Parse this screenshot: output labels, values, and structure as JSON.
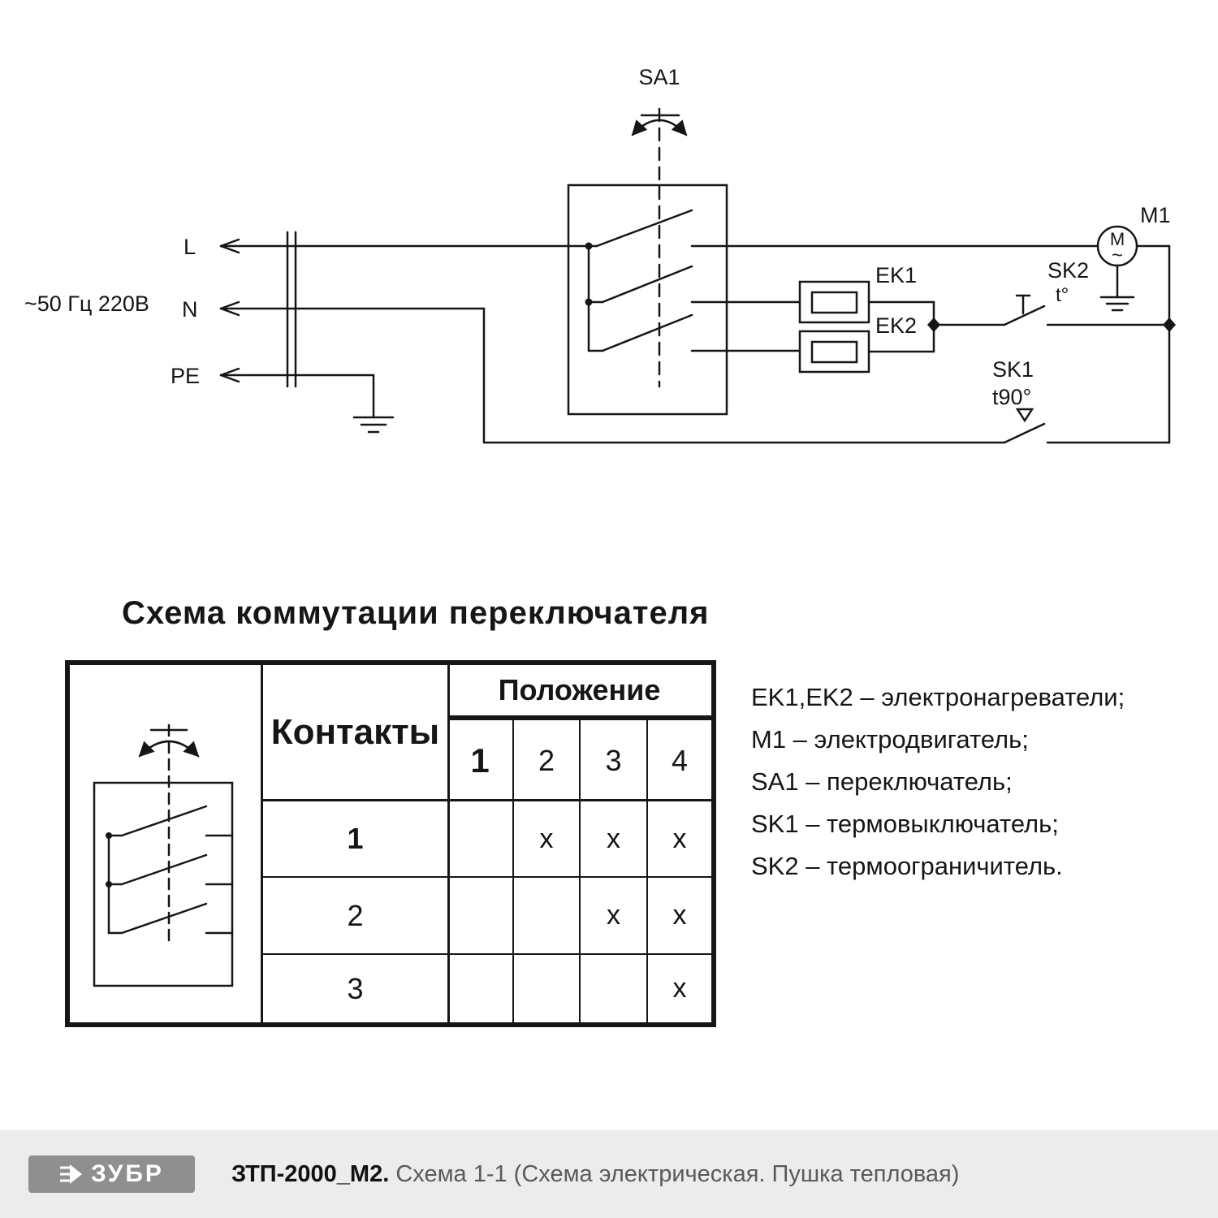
{
  "circuit": {
    "power_label": "~50 Гц 220В",
    "labels": {
      "L": "L",
      "N": "N",
      "PE": "PE",
      "SA1": "SA1",
      "EK1": "EK1",
      "EK2": "EK2",
      "M1": "M1",
      "motor_m": "M",
      "motor_ac": "~",
      "SK2": "SK2",
      "SK2_temp": "t°",
      "SK1": "SK1",
      "SK1_temp": "t90°"
    }
  },
  "table": {
    "title": "Схема коммутации переключателя",
    "contacts_header": "Контакты",
    "position_header": "Положение",
    "positions": [
      "1",
      "2",
      "3",
      "4"
    ],
    "rows": [
      {
        "contact": "1",
        "marks": [
          "",
          "x",
          "x",
          "x"
        ]
      },
      {
        "contact": "2",
        "marks": [
          "",
          "",
          "x",
          "x"
        ]
      },
      {
        "contact": "3",
        "marks": [
          "",
          "",
          "",
          "x"
        ]
      }
    ]
  },
  "legend": {
    "items": [
      "EK1,EK2 – электронагреватели;",
      "M1 – электродвигатель;",
      "SA1 – переключатель;",
      "SK1 – термовыключатель;",
      "SK2 – термоограничитель."
    ]
  },
  "footer": {
    "brand": "ЗУБР",
    "model": "ЗТП-2000_М2.",
    "subtitle": "Схема 1-1 (Схема электрическая. Пушка тепловая)"
  }
}
